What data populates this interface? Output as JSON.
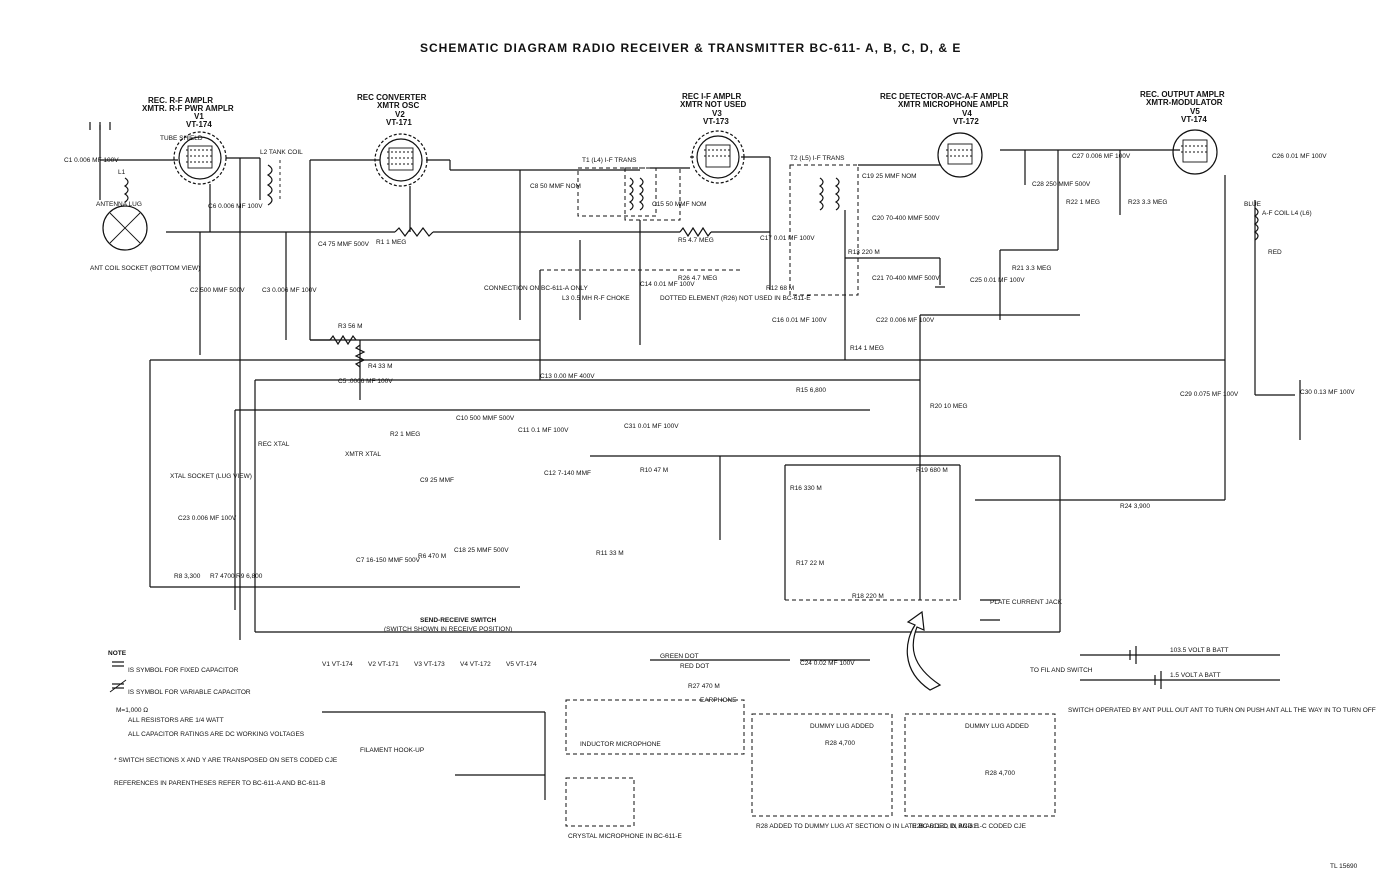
{
  "title": "SCHEMATIC DIAGRAM RADIO RECEIVER & TRANSMITTER BC-611- A, B, C, D, & E",
  "stages": [
    {
      "rec": "REC. R-F AMPLR",
      "xmtr": "XMTR. R-F PWR AMPLR",
      "tube": "V1",
      "type": "VT-174"
    },
    {
      "rec": "REC CONVERTER",
      "xmtr": "XMTR OSC",
      "tube": "V2",
      "type": "VT-171"
    },
    {
      "rec": "REC I-F AMPLR",
      "xmtr": "XMTR NOT USED",
      "tube": "V3",
      "type": "VT-173"
    },
    {
      "rec": "REC DETECTOR-AVC-A-F AMPLR",
      "xmtr": "XMTR MICROPHONE AMPLR",
      "tube": "V4",
      "type": "VT-172"
    },
    {
      "rec": "REC. OUTPUT AMPLR",
      "xmtr": "XMTR-MODULATOR",
      "tube": "V5",
      "type": "VT-174"
    }
  ],
  "components": {
    "c1": "C1 0.006 MF 100V",
    "c2": "C2 500 MMF 500V",
    "c3": "C3 0.006 MF 100V",
    "c4": "C4 75 MMF 500V",
    "c5": "C5 .0006 MF 100V",
    "c6": "C6 0.006 MF 100V",
    "c8": "C8 50 MMF NOM",
    "c9": "C9 25 MMF",
    "c10": "C10 500 MMF 500V",
    "c11": "C11 0.1 MF 100V",
    "c12": "C12 7-140 MMF",
    "c13": "C13 0.00 MF 400V",
    "c14": "C14 0.01 MF 100V",
    "c15": "C15 50 MMF NOM",
    "c16": "C16 0.01 MF 100V",
    "c17": "C17 0.01 MF 100V",
    "c19": "C19 25 MMF NOM",
    "c20": "C20 70-400 MMF 500V",
    "c21": "C21 70-400 MMF 500V",
    "c22": "C22 0.006 MF 100V",
    "c23": "C23 0.006 MF 100V",
    "c24": "C24 0.02 MF 100V",
    "c25": "C25 0.01 MF 100V",
    "c26": "C26 0.01 MF 100V",
    "c27": "C27 0.006 MF 100V",
    "c28": "C28 250 MMF 500V",
    "c29": "C29 0.075 MF 100V",
    "c30": "C30 0.13 MF 100V",
    "c31": "C31 0.01 MF 100V",
    "c7": "C7 16-150 MMF 500V",
    "c18": "C18 25 MMF 500V",
    "r1": "R1 1 MEG",
    "r3": "R3 56 M",
    "r4": "R4 33 M",
    "r2": "R2 1 MEG",
    "r5": "R5 4.7 MEG",
    "r6": "R6 470 M",
    "r10": "R10 47 M",
    "r11": "R11 33 M",
    "r12": "R12 68 M",
    "r13": "R13 220 M",
    "r14": "R14 1 MEG",
    "r15": "R15 6,800",
    "r16": "R16 330 M",
    "r17": "R17 22 M",
    "r18": "R18 220 M",
    "r19": "R19 680 M",
    "r20": "R20 10 MEG",
    "r21": "R21 3.3 MEG",
    "r22": "R22 1 MEG",
    "r23": "R23 3.3 MEG",
    "r24": "R24 3,900",
    "r26": "R26 4.7 MEG",
    "r27": "R27 470 M",
    "r8": "R8 3,300",
    "r7": "R7 4700",
    "r9": "R9 6,800",
    "l1": "L1",
    "l2": "L2 TANK COIL",
    "l3": "L3 0.5 MH R-F CHOKE",
    "t1": "T1 (L4) I-F TRANS",
    "t2": "T2 (L5) I-F TRANS",
    "afcoil": "A-F COIL L4 (L6)",
    "ant_lug": "ANTENNA LUG",
    "ant_socket": "ANT COIL SOCKET (BOTTOM VIEW)",
    "xtal_socket": "XTAL SOCKET (LUG VIEW)",
    "rec_xtal": "REC XTAL",
    "xmtr_xtal": "XMTR XTAL",
    "tube_shield": "TUBE SHIELD",
    "connection": "CONNECTION ON BC-611-A ONLY",
    "dotted": "DOTTED ELEMENT (R26) NOT USED IN BC-611-E",
    "send_receive": "SEND-RECEIVE SWITCH",
    "send_receive_sub": "(SWITCH SHOWN IN RECEIVE POSITION)",
    "plate_jack": "PLATE CURRENT JACK",
    "fil_hookup": "FILAMENT HOOK-UP",
    "green_dot": "GREEN DOT",
    "red_dot": "RED DOT",
    "earphone": "EARPHONE",
    "inductor_mic": "INDUCTOR MICROPHONE",
    "crystal_mic": "CRYSTAL MICROPHONE IN BC-611-E",
    "b_batt": "103.5 VOLT B BATT",
    "a_batt": "1.5 VOLT A BATT",
    "fil_switch": "TO FIL AND SWITCH",
    "switch_note": "SWITCH OPERATED BY ANT PULL OUT ANT TO TURN ON PUSH ANT ALL THE WAY IN TO TURN OFF",
    "blue": "BLUE",
    "red": "RED",
    "dummy1": "DUMMY LUG ADDED",
    "r28_1": "R28 4,700",
    "r28_2": "R28 4,700",
    "note_r28_1": "R28 ADDED TO DUMMY LUG AT SECTION O IN LATE BC-611-C, D, AND E",
    "note_r28_2": "R28 ADDED IN BC-611-C CODED CJE"
  },
  "notes": [
    "NOTE",
    "IS SYMBOL FOR FIXED CAPACITOR",
    "IS SYMBOL FOR VARIABLE CAPACITOR",
    "M=1,000 Ω",
    "ALL RESISTORS ARE 1/4 WATT",
    "ALL CAPACITOR RATINGS ARE DC WORKING VOLTAGES",
    "* SWITCH SECTIONS X AND Y ARE TRANSPOSED ON SETS CODED CJE",
    "REFERENCES IN PARENTHESES REFER TO BC-611-A AND BC-611-B"
  ],
  "fil_tubes": [
    "V1 VT-174",
    "V2 VT-171",
    "V3 VT-173",
    "V4 VT-172",
    "V5 VT-174"
  ],
  "code": "TL 15690"
}
